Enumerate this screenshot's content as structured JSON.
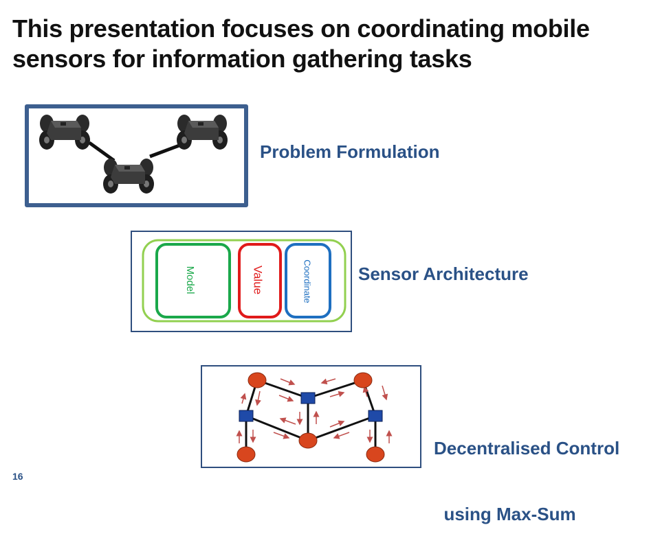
{
  "slide": {
    "title_lines": [
      "This presentation focuses on coordinating mobile",
      "sensors for information gathering tasks"
    ],
    "sections": [
      {
        "label_lines": [
          "Problem Formulation"
        ]
      },
      {
        "label_lines": [
          "Sensor Architecture"
        ]
      },
      {
        "label_lines": [
          "Decentralised Control",
          "  using Max-Sum"
        ]
      }
    ],
    "architecture": {
      "model_label": "Model",
      "value_label": "Value",
      "coordinate_label": "Coordinate"
    },
    "slide_number": "16"
  },
  "colors": {
    "title": "#111111",
    "label": "#2a5186",
    "panel_border_thick": "#3d5f8f",
    "panel_border_thin": "#2e4e7e",
    "outer_arch": "#92d050",
    "model": "#1aa84a",
    "value": "#e01a1a",
    "coordinate": "#1e6fc0",
    "node": "#d8461e",
    "factor": "#1f4aa8",
    "arrow": "#c0504d"
  }
}
